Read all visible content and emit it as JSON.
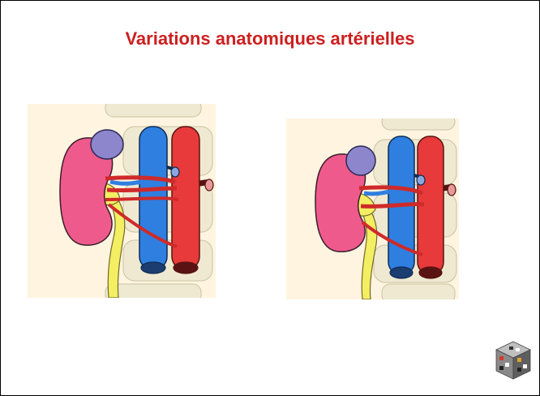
{
  "slide": {
    "title": "Variations anatomiques artérielles"
  },
  "figures": [
    {
      "id": "left",
      "icon": "kidney-vessel-diagram",
      "panel_color": "#fff4df"
    },
    {
      "id": "right",
      "icon": "kidney-vessel-diagram",
      "panel_color": "#fff4df"
    }
  ],
  "colors": {
    "title": "#cc1f1f",
    "kidney": "#ef5a8c",
    "adrenal": "#8d86cc",
    "vein": "#2f7fe0",
    "aorta": "#e83a3a",
    "ureter": "#f4ee63",
    "vertebra": "#efe9d2"
  },
  "logo": {
    "icon": "cube-logo"
  }
}
